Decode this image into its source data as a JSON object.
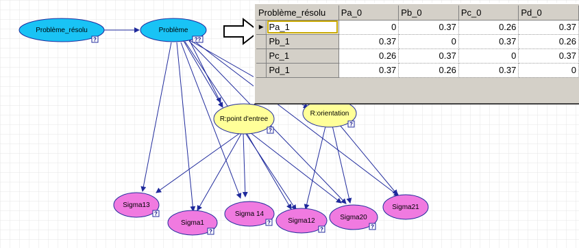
{
  "nodes": {
    "probleme_resolu": {
      "label": "Problème_résolu",
      "badge": "?"
    },
    "probleme": {
      "label": "Problème",
      "badge": "??"
    },
    "point_entree": {
      "label": "R:point d'entree",
      "badge": "?"
    },
    "orientation": {
      "label": "R:orientation",
      "badge": "?"
    },
    "sigma13": {
      "label": "Sigma13",
      "badge": "?"
    },
    "sigma1": {
      "label": "Sigma1",
      "badge": "?"
    },
    "sigma14": {
      "label": "Sigma 14",
      "badge": "?"
    },
    "sigma12": {
      "label": "Sigma12",
      "badge": "?"
    },
    "sigma20": {
      "label": "Sigma20",
      "badge": "?"
    },
    "sigma21": {
      "label": "Sigma21",
      "badge": "?"
    }
  },
  "table": {
    "corner": "Problème_résolu",
    "columns": [
      "Pa_0",
      "Pb_0",
      "Pc_0",
      "Pd_0"
    ],
    "rows": [
      {
        "label": "Pa_1",
        "values": [
          "0",
          "0.37",
          "0.26",
          "0.37"
        ]
      },
      {
        "label": "Pb_1",
        "values": [
          "0.37",
          "0",
          "0.37",
          "0.26"
        ]
      },
      {
        "label": "Pc_1",
        "values": [
          "0.26",
          "0.37",
          "0",
          "0.37"
        ]
      },
      {
        "label": "Pd_1",
        "values": [
          "0.37",
          "0.26",
          "0.37",
          "0"
        ]
      }
    ],
    "current_row_marker": "▶"
  },
  "colors": {
    "blue_node": "#19c3f5",
    "yellow_node": "#ffff99",
    "pink_node": "#f07ae0",
    "edge": "#1f2a9c"
  }
}
